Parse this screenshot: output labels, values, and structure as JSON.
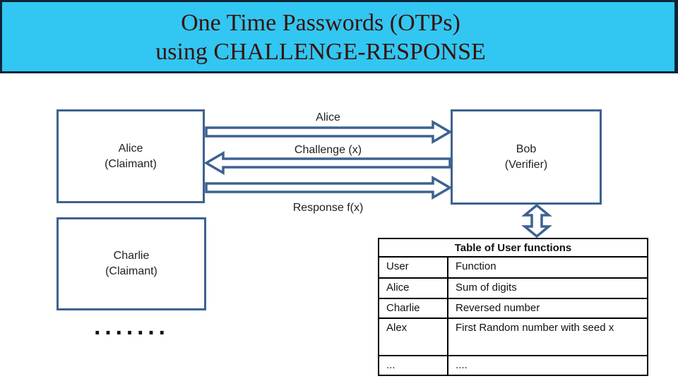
{
  "title": {
    "line1": "One Time Passwords (OTPs)",
    "line2": "using CHALLENGE-RESPONSE"
  },
  "colors": {
    "banner-bg": "#31c7f2",
    "banner-border": "#0d2438",
    "title-text": "#3a120c",
    "shape-border": "#3e6290",
    "table-border": "#000000"
  },
  "boxes": {
    "alice": {
      "line1": "Alice",
      "line2": "(Claimant)"
    },
    "bob": {
      "line1": "Bob",
      "line2": "(Verifier)"
    },
    "charlie": {
      "line1": "Charlie",
      "line2": "(Claimant)"
    }
  },
  "messages": {
    "top": "Alice",
    "middle": "Challenge (x)",
    "bottom": "Response f(x)"
  },
  "ellipsis": ".......",
  "table": {
    "title": "Table of User functions",
    "rows": [
      {
        "user": "User",
        "fn": "Function"
      },
      {
        "user": "Alice",
        "fn": "Sum of digits"
      },
      {
        "user": "Charlie",
        "fn": "Reversed number"
      },
      {
        "user": "Alex",
        "fn": "First Random number with seed x"
      },
      {
        "user": "...",
        "fn": "...."
      }
    ]
  }
}
